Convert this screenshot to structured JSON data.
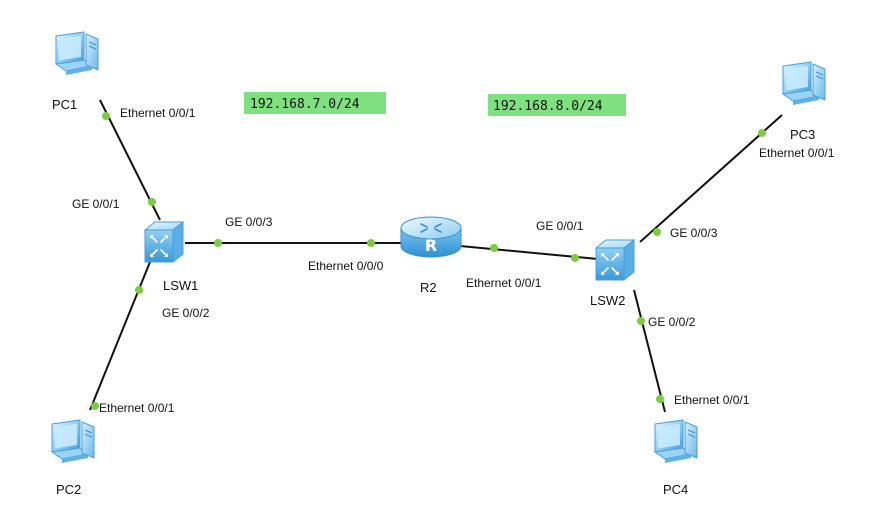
{
  "colors": {
    "link": "#111111",
    "port_dot": "#7ccc3c",
    "network_bg": "#7fe07f",
    "device_light": "#bfe6ff",
    "device_mid": "#6cc3f2",
    "device_dark": "#2f8fd0"
  },
  "networks": [
    {
      "id": "net-left",
      "label": "192.168.7.0/24"
    },
    {
      "id": "net-right",
      "label": "192.168.8.0/24"
    }
  ],
  "devices": [
    {
      "id": "PC1",
      "type": "pc-icon",
      "label": "PC1"
    },
    {
      "id": "PC2",
      "type": "pc-icon",
      "label": "PC2"
    },
    {
      "id": "PC3",
      "type": "pc-icon",
      "label": "PC3"
    },
    {
      "id": "PC4",
      "type": "pc-icon",
      "label": "PC4"
    },
    {
      "id": "LSW1",
      "type": "switch-icon",
      "label": "LSW1"
    },
    {
      "id": "LSW2",
      "type": "switch-icon",
      "label": "LSW2"
    },
    {
      "id": "R2",
      "type": "router-icon",
      "label": "R2"
    }
  ],
  "links": [
    {
      "id": "pc1-lsw1",
      "a": "PC1",
      "a_port": "Ethernet 0/0/1",
      "b": "LSW1",
      "b_port": "GE 0/0/1"
    },
    {
      "id": "lsw1-pc2",
      "a": "LSW1",
      "a_port": "GE 0/0/2",
      "b": "PC2",
      "b_port": "Ethernet 0/0/1"
    },
    {
      "id": "lsw1-r2",
      "a": "LSW1",
      "a_port": "GE 0/0/3",
      "b": "R2",
      "b_port": "Ethernet 0/0/0"
    },
    {
      "id": "r2-lsw2",
      "a": "R2",
      "a_port": "Ethernet 0/0/1",
      "b": "LSW2",
      "b_port": "GE 0/0/1"
    },
    {
      "id": "lsw2-pc3",
      "a": "LSW2",
      "a_port": "GE 0/0/3",
      "b": "PC3",
      "b_port": "Ethernet 0/0/1"
    },
    {
      "id": "lsw2-pc4",
      "a": "LSW2",
      "a_port": "GE 0/0/2",
      "b": "PC4",
      "b_port": "Ethernet 0/0/1"
    }
  ]
}
